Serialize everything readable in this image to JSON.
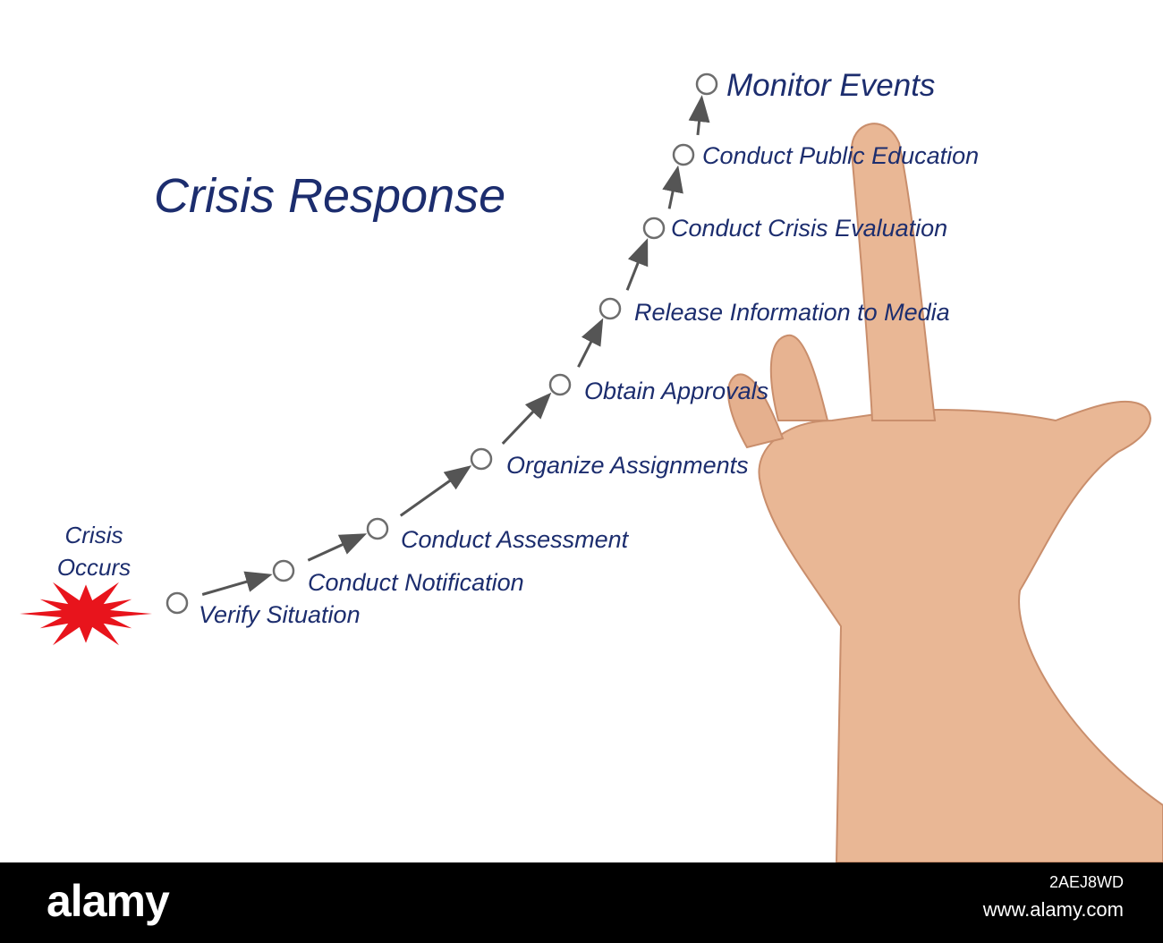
{
  "title": "Crisis Response",
  "start_label": "Crisis Occurs",
  "steps": [
    {
      "label": "Verify Situation"
    },
    {
      "label": "Conduct Notification"
    },
    {
      "label": "Conduct Assessment"
    },
    {
      "label": "Organize Assignments"
    },
    {
      "label": "Obtain Approvals"
    },
    {
      "label": "Release Information to Media"
    },
    {
      "label": "Conduct Crisis Evaluation"
    },
    {
      "label": "Conduct Public Education"
    },
    {
      "label": "Monitor Events"
    }
  ],
  "watermark": {
    "brand": "alamy",
    "code": "2AEJ8WD",
    "site": "www.alamy.com"
  },
  "colors": {
    "text": "#1c2d6e",
    "arrow": "#555555",
    "burst": "#e8141c",
    "node": "#6d6d6d",
    "skin": "#e9b795"
  }
}
